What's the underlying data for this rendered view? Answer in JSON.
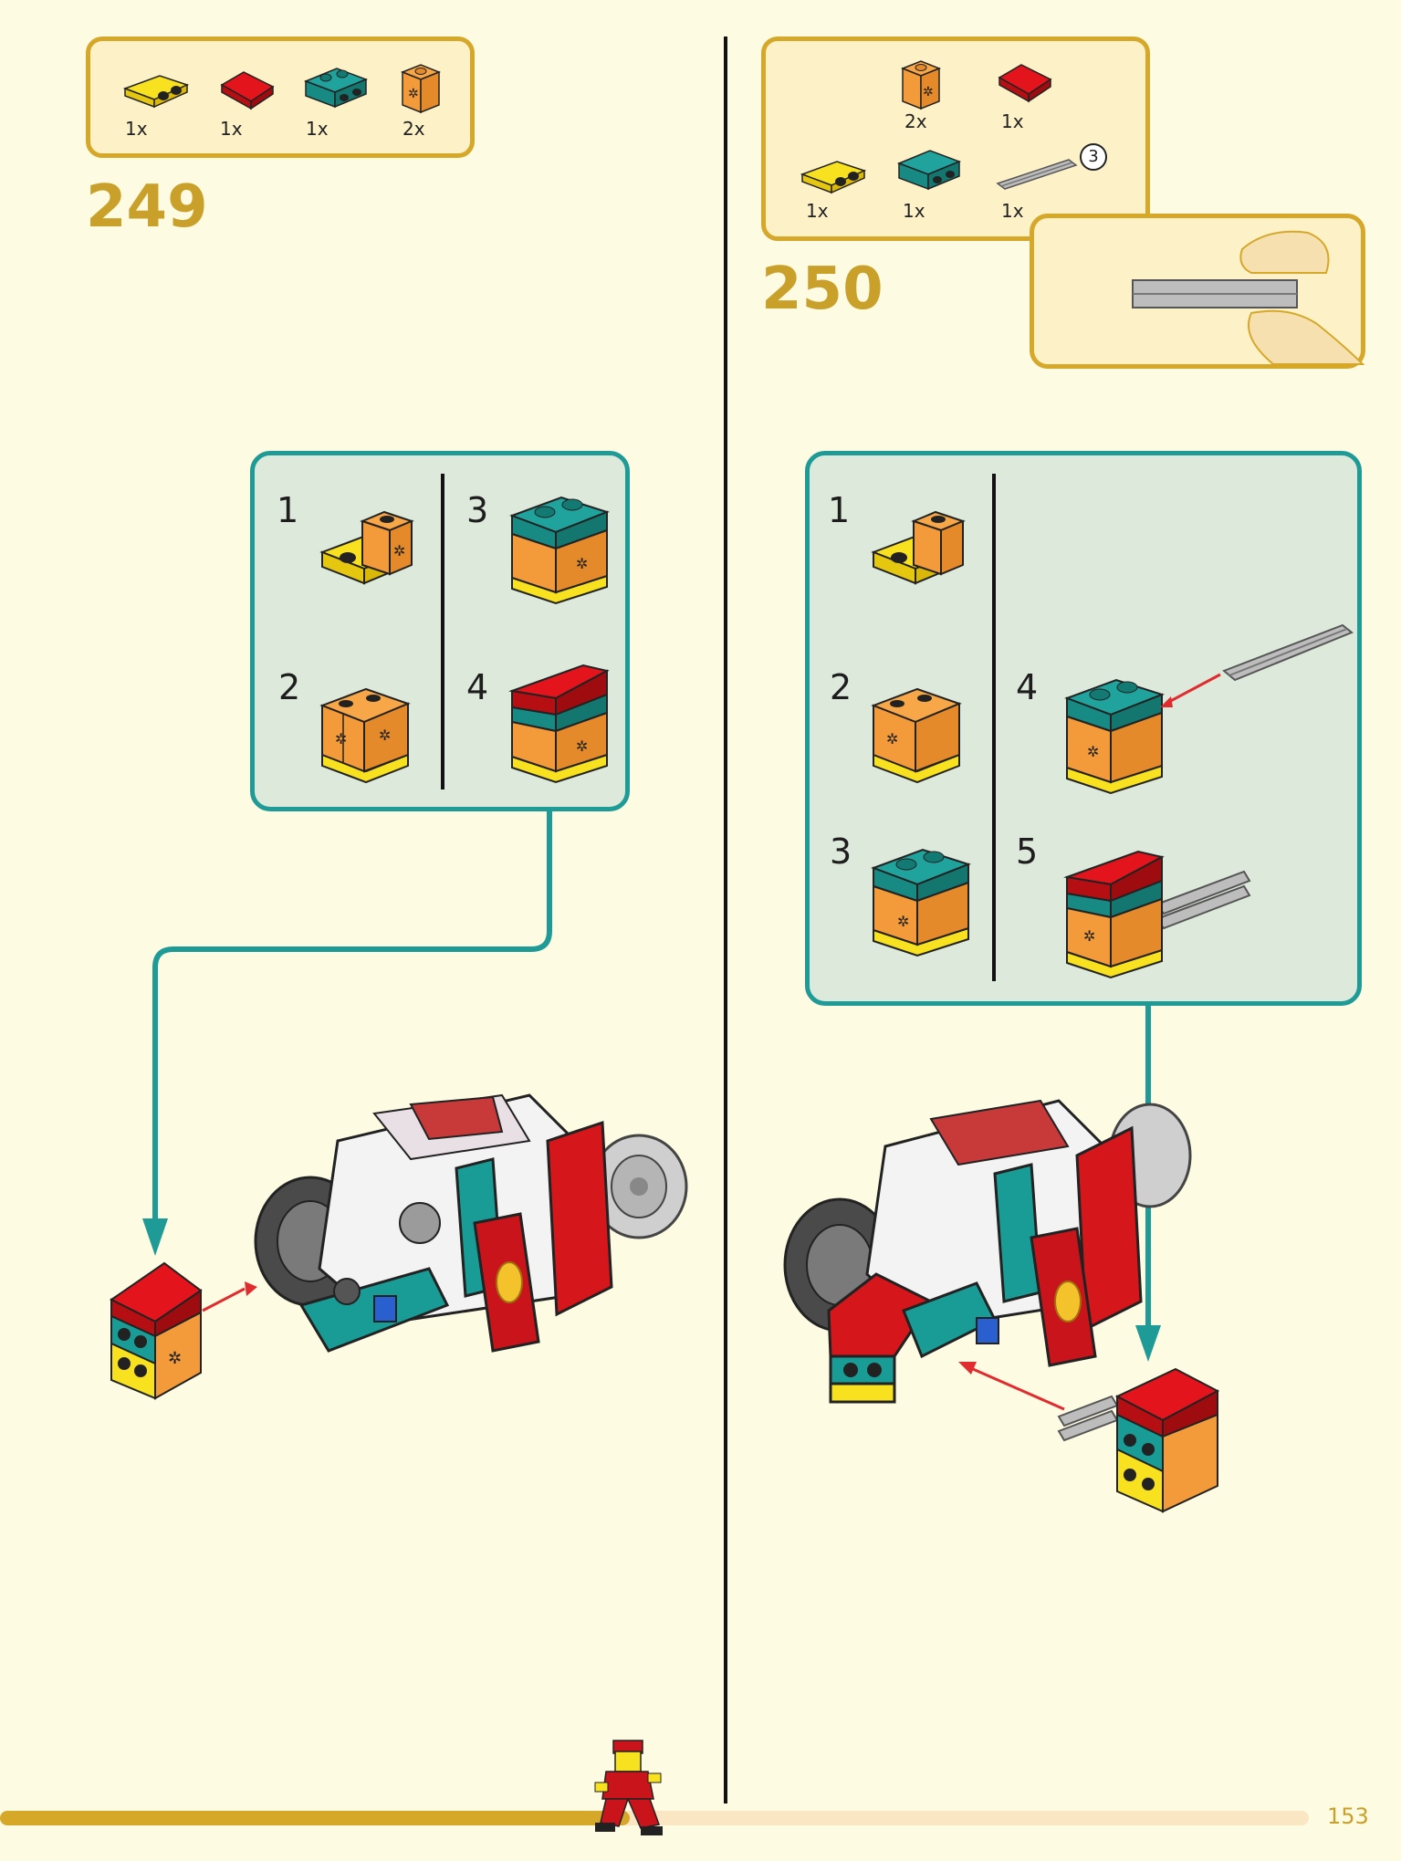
{
  "step249": {
    "number": "249",
    "parts": [
      {
        "icon": "yellow-bracket-brick-icon",
        "qty": "1x"
      },
      {
        "icon": "red-slope-brick-icon",
        "qty": "1x"
      },
      {
        "icon": "teal-plate-brick-icon",
        "qty": "1x"
      },
      {
        "icon": "orange-brick-icon",
        "qty": "2x"
      }
    ],
    "substeps": [
      "1",
      "2",
      "3",
      "4"
    ]
  },
  "step250": {
    "number": "250",
    "parts": [
      {
        "icon": "orange-brick-icon",
        "qty": "2x"
      },
      {
        "icon": "red-slope-brick-icon",
        "qty": "1x"
      },
      {
        "icon": "yellow-bracket-brick-icon",
        "qty": "1x"
      },
      {
        "icon": "teal-plate-brick-icon",
        "qty": "1x"
      },
      {
        "icon": "grey-axle-icon",
        "qty": "1x"
      }
    ],
    "axle_length": "3",
    "substeps": [
      "1",
      "2",
      "3",
      "4",
      "5"
    ]
  },
  "page_number": "153",
  "colors": {
    "background": "#fefbe3",
    "gold": "#c9a02a",
    "teal": "#1e9b96",
    "panel": "#dde9da",
    "orange": "#f39a3a",
    "red": "#d5161b",
    "yellow": "#f8e11f",
    "teal_brick": "#1a9c96"
  }
}
